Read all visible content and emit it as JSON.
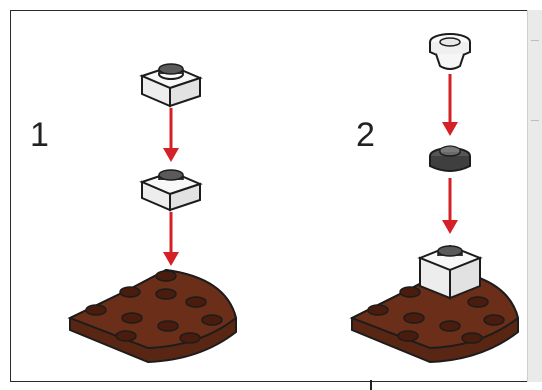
{
  "document": {
    "type": "building-instructions",
    "steps": [
      {
        "number": "1",
        "parts": [
          "transparent-plate-1x1",
          "transparent-plate-1x1",
          "reddish-brown-quarter-round-plate"
        ]
      },
      {
        "number": "2",
        "parts": [
          "transparent-round-cone-1x1",
          "dark-round-plate-1x1",
          "transparent-brick-1x1",
          "reddish-brown-quarter-round-plate"
        ]
      }
    ]
  },
  "colors": {
    "arrow": "#d42127",
    "base_plate": "#5a2614",
    "base_plate_top": "#6b2e18",
    "stud": "#4a1c0d",
    "transparent": "#f4f4f4",
    "outline": "#1c1c1c"
  },
  "icons": {
    "arrow": "down-arrow-icon",
    "base": "quarter-round-plate-icon",
    "tile": "transparent-plate-icon",
    "cone": "transparent-cone-icon",
    "round": "round-plate-icon"
  }
}
